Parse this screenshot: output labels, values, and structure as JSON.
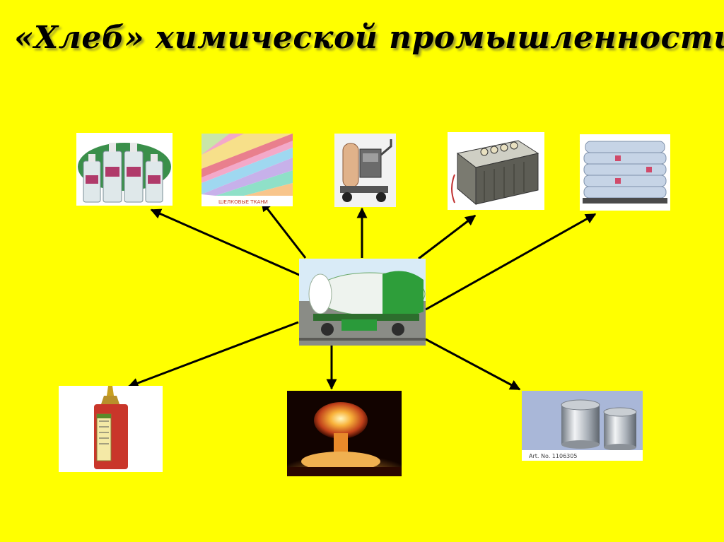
{
  "slide": {
    "title": "«Хлеб» химической  промышленности"
  },
  "center": {
    "icon": "tank-wagon-icon"
  },
  "items": {
    "medicine": {
      "icon": "medicine-bottles-icon"
    },
    "fabrics": {
      "icon": "colored-fabrics-icon",
      "caption": "ШЕЛКОВЫЕ ТКАНИ"
    },
    "equipment": {
      "icon": "industrial-equipment-icon"
    },
    "battery": {
      "icon": "car-battery-icon"
    },
    "fertilizer": {
      "icon": "fertilizer-bags-icon"
    },
    "dye": {
      "icon": "red-dye-bottle-icon"
    },
    "explosion": {
      "icon": "explosion-icon"
    },
    "cans": {
      "icon": "metal-cans-icon",
      "caption": "Art. No. 1106305"
    }
  },
  "colors": {
    "background": "#ffff00",
    "arrow": "#000000"
  }
}
